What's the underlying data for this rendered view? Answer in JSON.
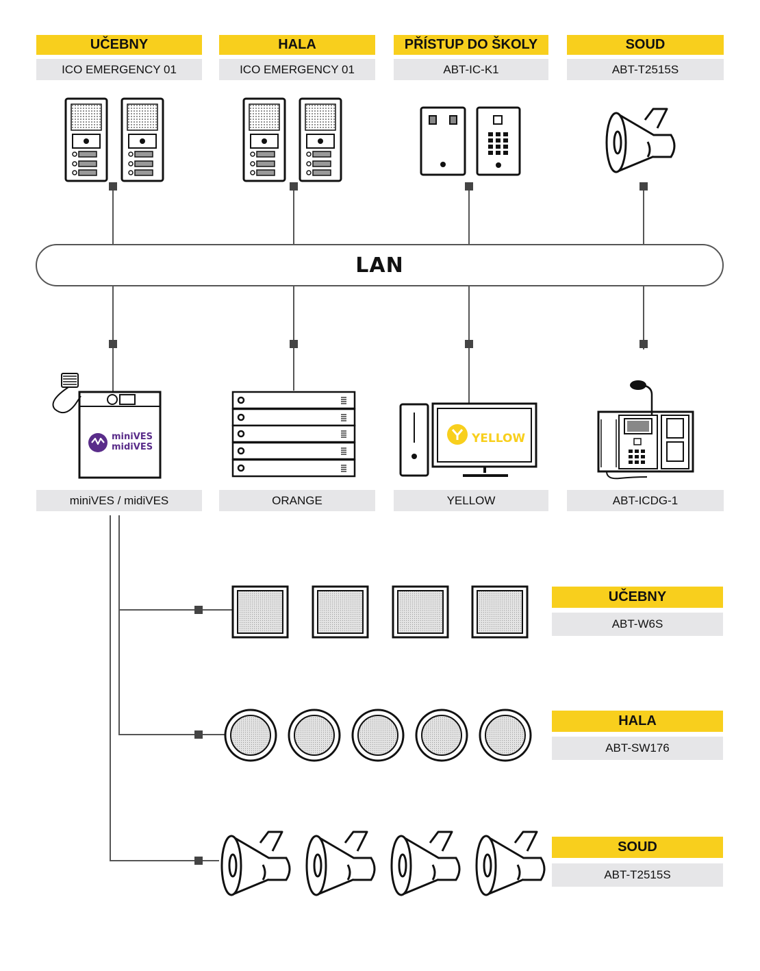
{
  "top_devices": [
    {
      "zone": "UČEBNY",
      "model": "ICO EMERGENCY 01",
      "icon": "intercom-panel-icon"
    },
    {
      "zone": "HALA",
      "model": "ICO EMERGENCY 01",
      "icon": "intercom-panel-icon"
    },
    {
      "zone": "PŘÍSTUP DO ŠKOLY",
      "model": "ABT-IC-K1",
      "icon": "access-keypad-icon"
    },
    {
      "zone": "SOUD",
      "model": "ABT-T2515S",
      "icon": "horn-speaker-icon"
    }
  ],
  "network": {
    "label": "LAN"
  },
  "mid_devices": [
    {
      "label": "miniVES / midiVES",
      "icon": "ves-unit-icon",
      "logo_line1": "miniVES",
      "logo_line2": "midiVES"
    },
    {
      "label": "ORANGE",
      "icon": "server-rack-icon"
    },
    {
      "label": "YELLOW",
      "icon": "pc-workstation-icon",
      "screen_text": "YELLOW"
    },
    {
      "label": "ABT-ICDG-1",
      "icon": "desk-console-icon"
    }
  ],
  "speaker_groups": [
    {
      "zone": "UČEBNY",
      "model": "ABT-W6S",
      "icon": "square-speaker-icon",
      "count": 4
    },
    {
      "zone": "HALA",
      "model": "ABT-SW176",
      "icon": "round-speaker-icon",
      "count": 5
    },
    {
      "zone": "SOUD",
      "model": "ABT-T2515S",
      "icon": "horn-speaker-icon",
      "count": 4
    }
  ],
  "colors": {
    "accent": "#F8CF1D",
    "label_bg": "#E6E6E8",
    "line": "#555555",
    "brand_purple": "#5a2d8a"
  }
}
